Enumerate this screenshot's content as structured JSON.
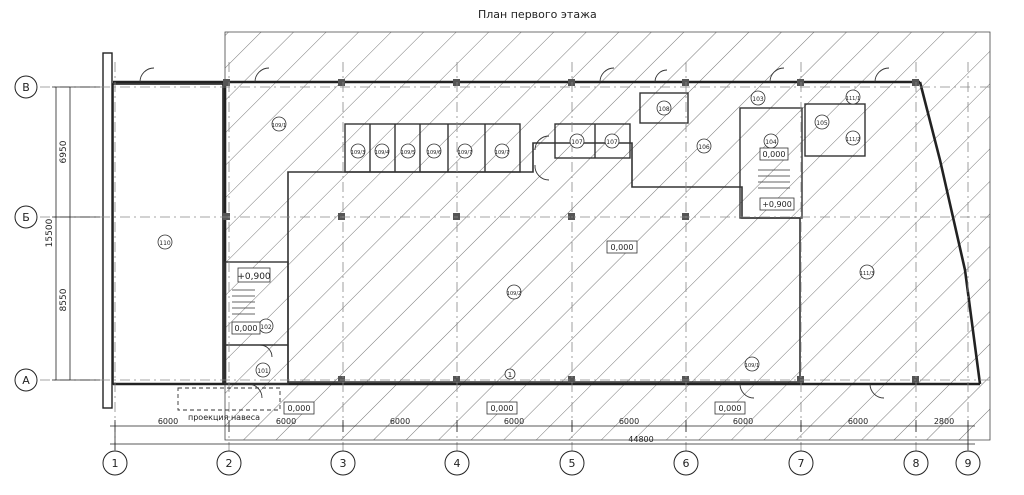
{
  "title": "План первого этажа",
  "row_axes": [
    "В",
    "Б",
    "А"
  ],
  "col_axes": [
    "1",
    "2",
    "3",
    "4",
    "5",
    "6",
    "7",
    "8",
    "9"
  ],
  "dims_left": {
    "total": "15500",
    "upper": "6950",
    "lower": "8550"
  },
  "dims_bottom": {
    "spans": [
      "6000",
      "6000",
      "6000",
      "6000",
      "6000",
      "6000",
      "6000",
      "2800"
    ],
    "total": "44800"
  },
  "rooms": {
    "r101": "101",
    "r102": "102",
    "r103": "103",
    "r104": "104",
    "r105": "105",
    "r106": "106",
    "r107": "107",
    "r107b": "107",
    "r108": "108",
    "r109_1": "109/1",
    "r109_2": "109/2",
    "r109_3": "109/3",
    "r109_4": "109/4",
    "r109_5": "109/5",
    "r109_6": "109/6",
    "r109_7": "109/7",
    "r110": "110",
    "r111_1": "111/1",
    "r111_2": "111/2",
    "r111_3": "111/3"
  },
  "levels": {
    "stair_left_top": "+0,900",
    "stair_left_bottom": "0,000",
    "stair_right_top": "0,000",
    "stair_right_bottom": "+0,900",
    "center": "0,000",
    "entry_2": "0,000",
    "entry_4": "0,000",
    "entry_6": "0,000"
  },
  "canopy_label": "проекция навеса",
  "entry_marker": "1"
}
